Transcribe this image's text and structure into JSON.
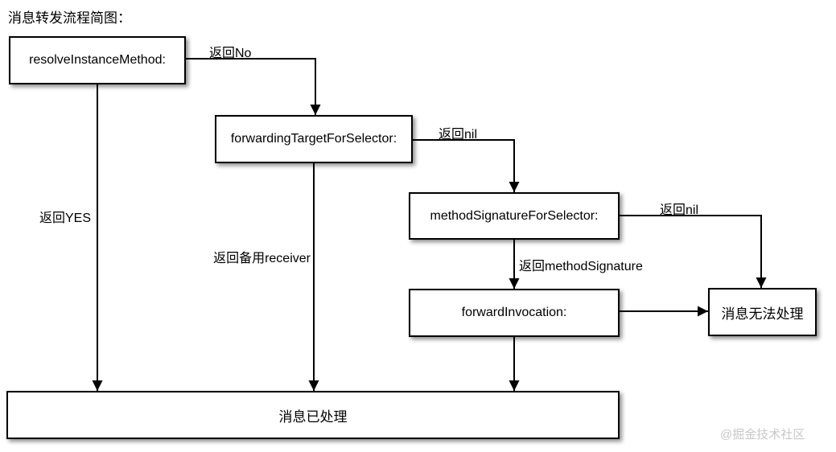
{
  "title": "消息转发流程简图：",
  "watermark": "@掘金技术社区",
  "nodes": {
    "resolve": {
      "label": "resolveInstanceMethod:"
    },
    "forwarding_target": {
      "label": "forwardingTargetForSelector:"
    },
    "method_signature": {
      "label": "methodSignatureForSelector:"
    },
    "forward_invocation": {
      "label": "forwardInvocation:"
    },
    "unhandled": {
      "label": "消息无法处理"
    },
    "handled": {
      "label": "消息已处理"
    }
  },
  "edges": {
    "return_no": {
      "label": "返回No"
    },
    "return_yes": {
      "label": "返回YES"
    },
    "return_nil_from_forwarding_target": {
      "label": "返回nil"
    },
    "return_nil_from_method_signature": {
      "label": "返回nil"
    },
    "return_backup_receiver": {
      "label": "返回备用receiver"
    },
    "return_method_signature": {
      "label": "返回methodSignature"
    }
  },
  "colors": {
    "background": "#ffffff",
    "line": "#000000",
    "box_fill": "#ffffff",
    "box_border": "#000000",
    "watermark": "#c8c8c8"
  }
}
